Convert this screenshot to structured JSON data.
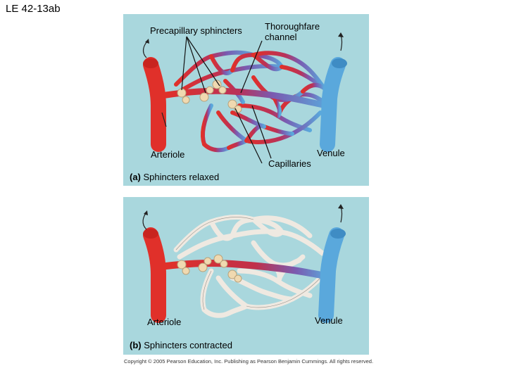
{
  "slide": {
    "title": "LE 42-13ab"
  },
  "panel_a": {
    "labels": {
      "precapillary_sphincters": "Precapillary sphincters",
      "thoroughfare_line1": "Thoroughfare",
      "thoroughfare_line2": "channel",
      "arteriole": "Arteriole",
      "venule": "Venule",
      "capillaries": "Capillaries"
    },
    "caption": {
      "letter": "(a)",
      "text": "Sphincters relaxed"
    }
  },
  "panel_b": {
    "labels": {
      "arteriole": "Arteriole",
      "venule": "Venule"
    },
    "caption": {
      "letter": "(b)",
      "text": "Sphincters contracted"
    }
  },
  "copyright": "Copyright © 2005 Pearson Education, Inc. Publishing as Pearson Benjamin Cummings. All rights reserved.",
  "colors": {
    "panel_bg": "#a9d7dd",
    "arteriole": "#e0302a",
    "venule": "#5aa8dc",
    "capillary_mixed": "#8a5aa8",
    "capillary_empty": "#efe9e1",
    "sphincter": "#f0d9b0"
  }
}
